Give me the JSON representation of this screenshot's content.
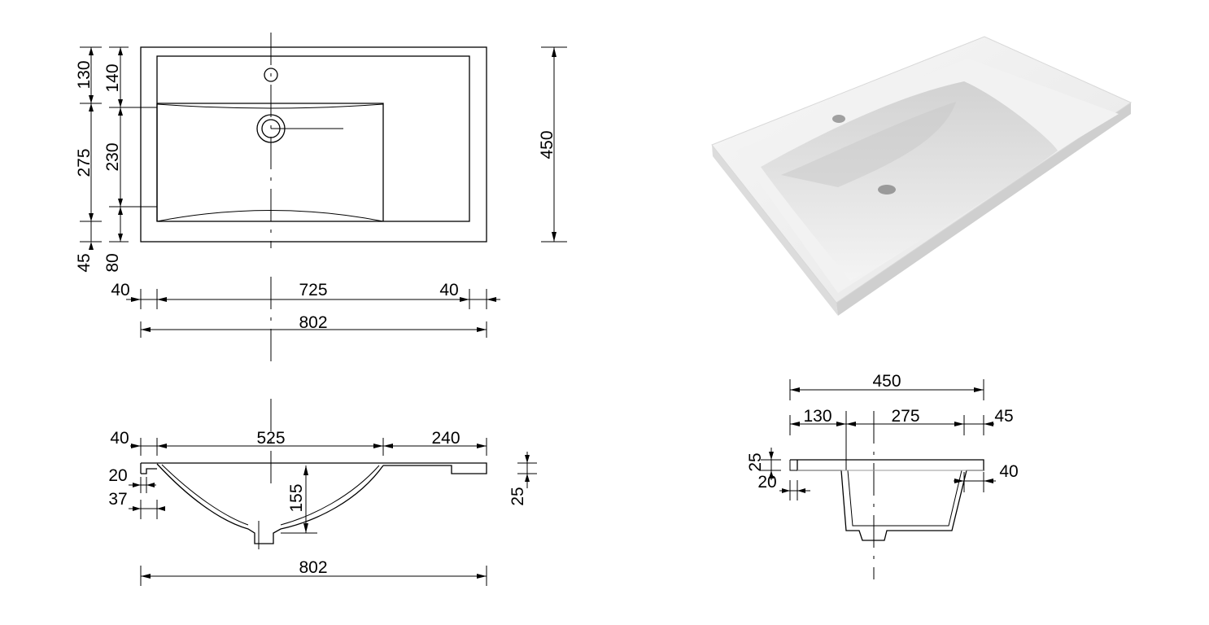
{
  "top_view": {
    "left_dims_outer": [
      "130",
      "275",
      "45"
    ],
    "left_dims_inner": [
      "140",
      "230",
      "80"
    ],
    "right_dim": "450",
    "width_dims": [
      "40",
      "725",
      "40"
    ],
    "total_width": "802"
  },
  "front_view": {
    "width_dims": [
      "40",
      "525",
      "240"
    ],
    "lip_dims": [
      "20",
      "37"
    ],
    "depth": "155",
    "ledge_thickness": "25",
    "total_width": "802"
  },
  "side_view": {
    "total_depth": "450",
    "depth_dims": [
      "130",
      "275",
      "45"
    ],
    "thickness": "25",
    "lip": "20",
    "wall": "40"
  }
}
